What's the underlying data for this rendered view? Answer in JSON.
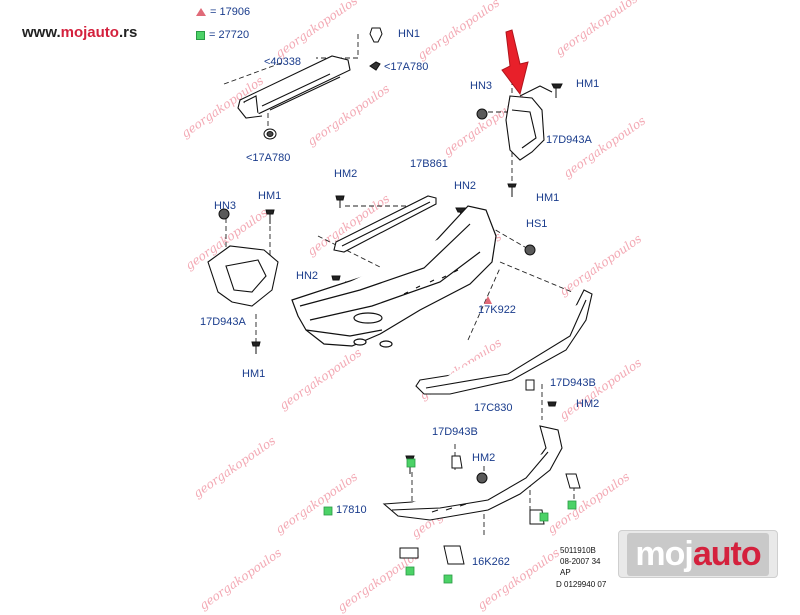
{
  "header": {
    "site_prefix": "www.",
    "site_accent": "mojauto",
    "site_suffix": ".rs"
  },
  "legend": [
    {
      "symbol": "triangle-marker",
      "text": "= 17906",
      "color": "#e06a78"
    },
    {
      "symbol": "square-marker",
      "text": "= 27720",
      "color": "#4cd267"
    }
  ],
  "labels": {
    "l1": "HN1",
    "l2": "<40338",
    "l3": "<17A780",
    "l4": "<17A780",
    "l5": "HN3",
    "l6": "HM1",
    "l7": "17D943A",
    "l8": "HM1",
    "l9": "17B861",
    "l10": "HM2",
    "l11": "HN2",
    "l12": "HS1",
    "l13": "HN3",
    "l14": "HM1",
    "l15": "17D943A",
    "l16": "HM1",
    "l17": "HN2",
    "l18": "17K922",
    "l19": "17D943B",
    "l20": "HM2",
    "l21": "17C830",
    "l22": "17D943B",
    "l23": "HM2",
    "l24": "17810",
    "l25": "16K262"
  },
  "reference": {
    "line1": "5011910B",
    "line2": "08-2007 34",
    "line3": "AP",
    "line4": "D 0129940 07"
  },
  "logo": {
    "part1": "moj",
    "part2": "auto"
  },
  "watermark": {
    "text": "georgakopoulos",
    "color": "#f3a9b4"
  },
  "colors": {
    "label_blue": "#1a3c8c",
    "arrow_red": "#e8202a",
    "accent": "#d4213d"
  }
}
